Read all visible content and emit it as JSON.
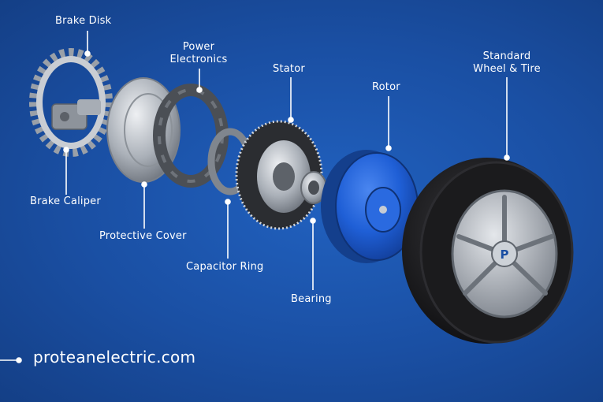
{
  "labels": {
    "brake_disk": "Brake Disk",
    "power_electronics_line1": "Power",
    "power_electronics_line2": "Electronics",
    "stator": "Stator",
    "rotor": "Rotor",
    "standard_wheel_line1": "Standard",
    "standard_wheel_line2": "Wheel & Tire",
    "brake_caliper": "Brake Caliper",
    "protective_cover": "Protective Cover",
    "capacitor_ring": "Capacitor Ring",
    "bearing": "Bearing"
  },
  "website": "proteanelectric.com",
  "logo_letter": "P",
  "colors": {
    "background": "#1a4fa3",
    "leader_lines": "#ffffff",
    "rotor_blue": "#1f5fd6",
    "tire": "#1b1b1d",
    "metal": "#b9bec6"
  }
}
